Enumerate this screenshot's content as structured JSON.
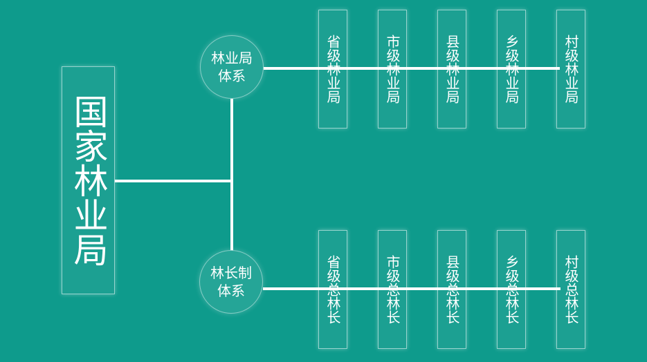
{
  "root": {
    "label": "国家林业局"
  },
  "branches": [
    {
      "label_line1": "林业局",
      "label_line2": "体系",
      "leaves": [
        "省级林业局",
        "市级林业局",
        "县级林业局",
        "乡级林业局",
        "村级林业局"
      ]
    },
    {
      "label_line1": "林长制",
      "label_line2": "体系",
      "leaves": [
        "省级总林长",
        "市级总林长",
        "县级总林长",
        "乡级总林长",
        "村级总林长"
      ]
    }
  ],
  "colors": {
    "background": "#0e9b8c",
    "line": "#ffffff",
    "circle": "#25a597"
  }
}
